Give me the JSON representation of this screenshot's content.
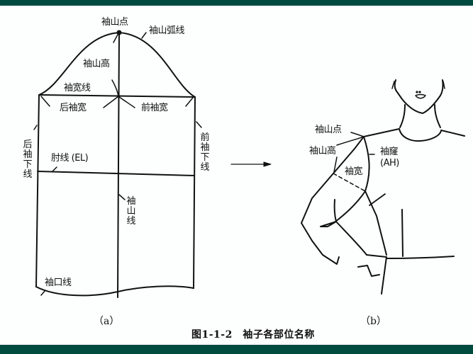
{
  "frame": {
    "bar_color": "#004b40"
  },
  "figure_a": {
    "labels": {
      "cap_point": "袖山点",
      "cap_curve": "袖山弧线",
      "cap_height": "袖山高",
      "bicep_line": "袖宽线",
      "back_width": "后袖宽",
      "front_width": "前袖宽",
      "back_underarm": "后袖下线",
      "front_underarm": "前袖下线",
      "elbow_line": "肘线 (EL)",
      "center_line": "袖山线",
      "hem_line": "袖口线"
    },
    "caption": "（a）"
  },
  "arrow": {
    "icon": "arrow-right-icon"
  },
  "figure_b": {
    "labels": {
      "cap_point": "袖山点",
      "cap_height": "袖山高",
      "armhole": "袖窿",
      "armhole_abbr": "(AH)",
      "sleeve_width": "袖宽"
    },
    "caption": "（b）"
  },
  "figure_title": "图1-1-2　袖子各部位名称"
}
